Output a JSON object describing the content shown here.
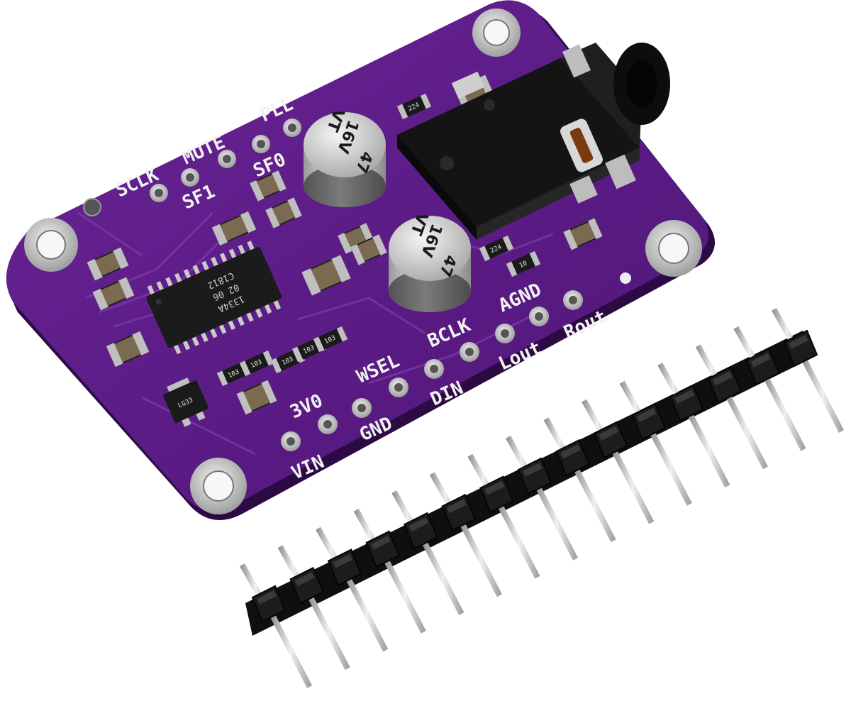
{
  "board": {
    "pin_labels": {
      "sclk": "SCLK",
      "mute": "MUTE",
      "pll": "PLL",
      "sf1": "SF1",
      "sf0": "SF0",
      "agnd": "AGND",
      "bclk": "BCLK",
      "wsel": "WSEL",
      "lout": "Lout",
      "rout": "Rout",
      "din": "DIN",
      "v3": "3V0",
      "gnd": "GND",
      "vin": "VIN"
    },
    "chip": {
      "line1": "1334A",
      "line2": "02 06",
      "line3": "C1812"
    },
    "capacitors": [
      {
        "value": "47",
        "voltage": "16V",
        "series": "VT"
      },
      {
        "value": "47",
        "voltage": "16V",
        "series": "VT"
      }
    ],
    "smd_codes": {
      "r224a": "224",
      "r224b": "224",
      "r103a": "103",
      "r103b": "103",
      "r103c": "103",
      "r103d": "103",
      "r103e": "103",
      "r10": "10",
      "reg": "LG33"
    },
    "colors": {
      "pcb": "#5b1a86",
      "pcb_edge": "#3a0f5a",
      "silkscreen": "#f2f2f2",
      "pads": "#c8c8c8",
      "header_plastic": "#151515"
    }
  }
}
